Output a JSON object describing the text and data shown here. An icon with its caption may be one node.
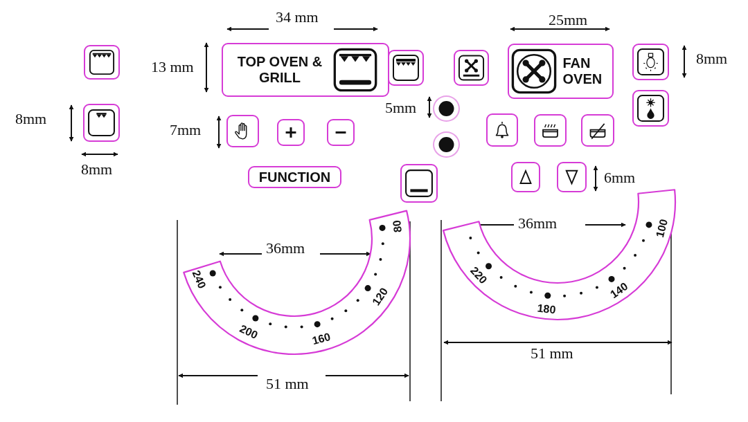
{
  "diagram": {
    "nodes": [
      {
        "text": [],
        "shape": "box"
      },
      {
        "text": [
          "TOP OVEN & GRILL"
        ]
      },
      {
        "text": [],
        "shape": "box"
      },
      {
        "text": [],
        "shape": "box"
      },
      {
        "text": [
          "FAN OVEN"
        ]
      },
      {
        "text": [],
        "shape": "box"
      },
      {
        "text": [],
        "shape": "box"
      },
      {
        "text": [],
        "shape": "circle"
      },
      {
        "text": [],
        "shape": "box"
      },
      {
        "text": [],
        "shape": "box"
      },
      {
        "text": [],
        "shape": "box"
      },
      {
        "text": [],
        "shape": "box"
      },
      {
        "text": [],
        "shape": "box"
      },
      {
        "text": [],
        "shape": "box"
      },
      {
        "text": [],
        "shape": "box"
      },
      {
        "text": [],
        "shape": "circle"
      },
      {
        "text": [
          "FUNCTION"
        ]
      },
      {
        "text": [],
        "shape": "box"
      },
      {
        "text": [],
        "shape": "box"
      },
      {
        "text": [],
        "shape": "box"
      },
      {
        "text": [
          "240",
          "200",
          "160",
          "120",
          "80"
        ]
      },
      {
        "text": [
          "220",
          "180",
          "140",
          "100"
        ]
      }
    ],
    "labels": [
      "34 mm",
      "25mm",
      "8mm",
      "13 mm",
      "5mm",
      "8mm",
      "7mm",
      "8mm",
      "6mm",
      "36mm",
      "36mm",
      "51 mm",
      "51 mm"
    ]
  }
}
